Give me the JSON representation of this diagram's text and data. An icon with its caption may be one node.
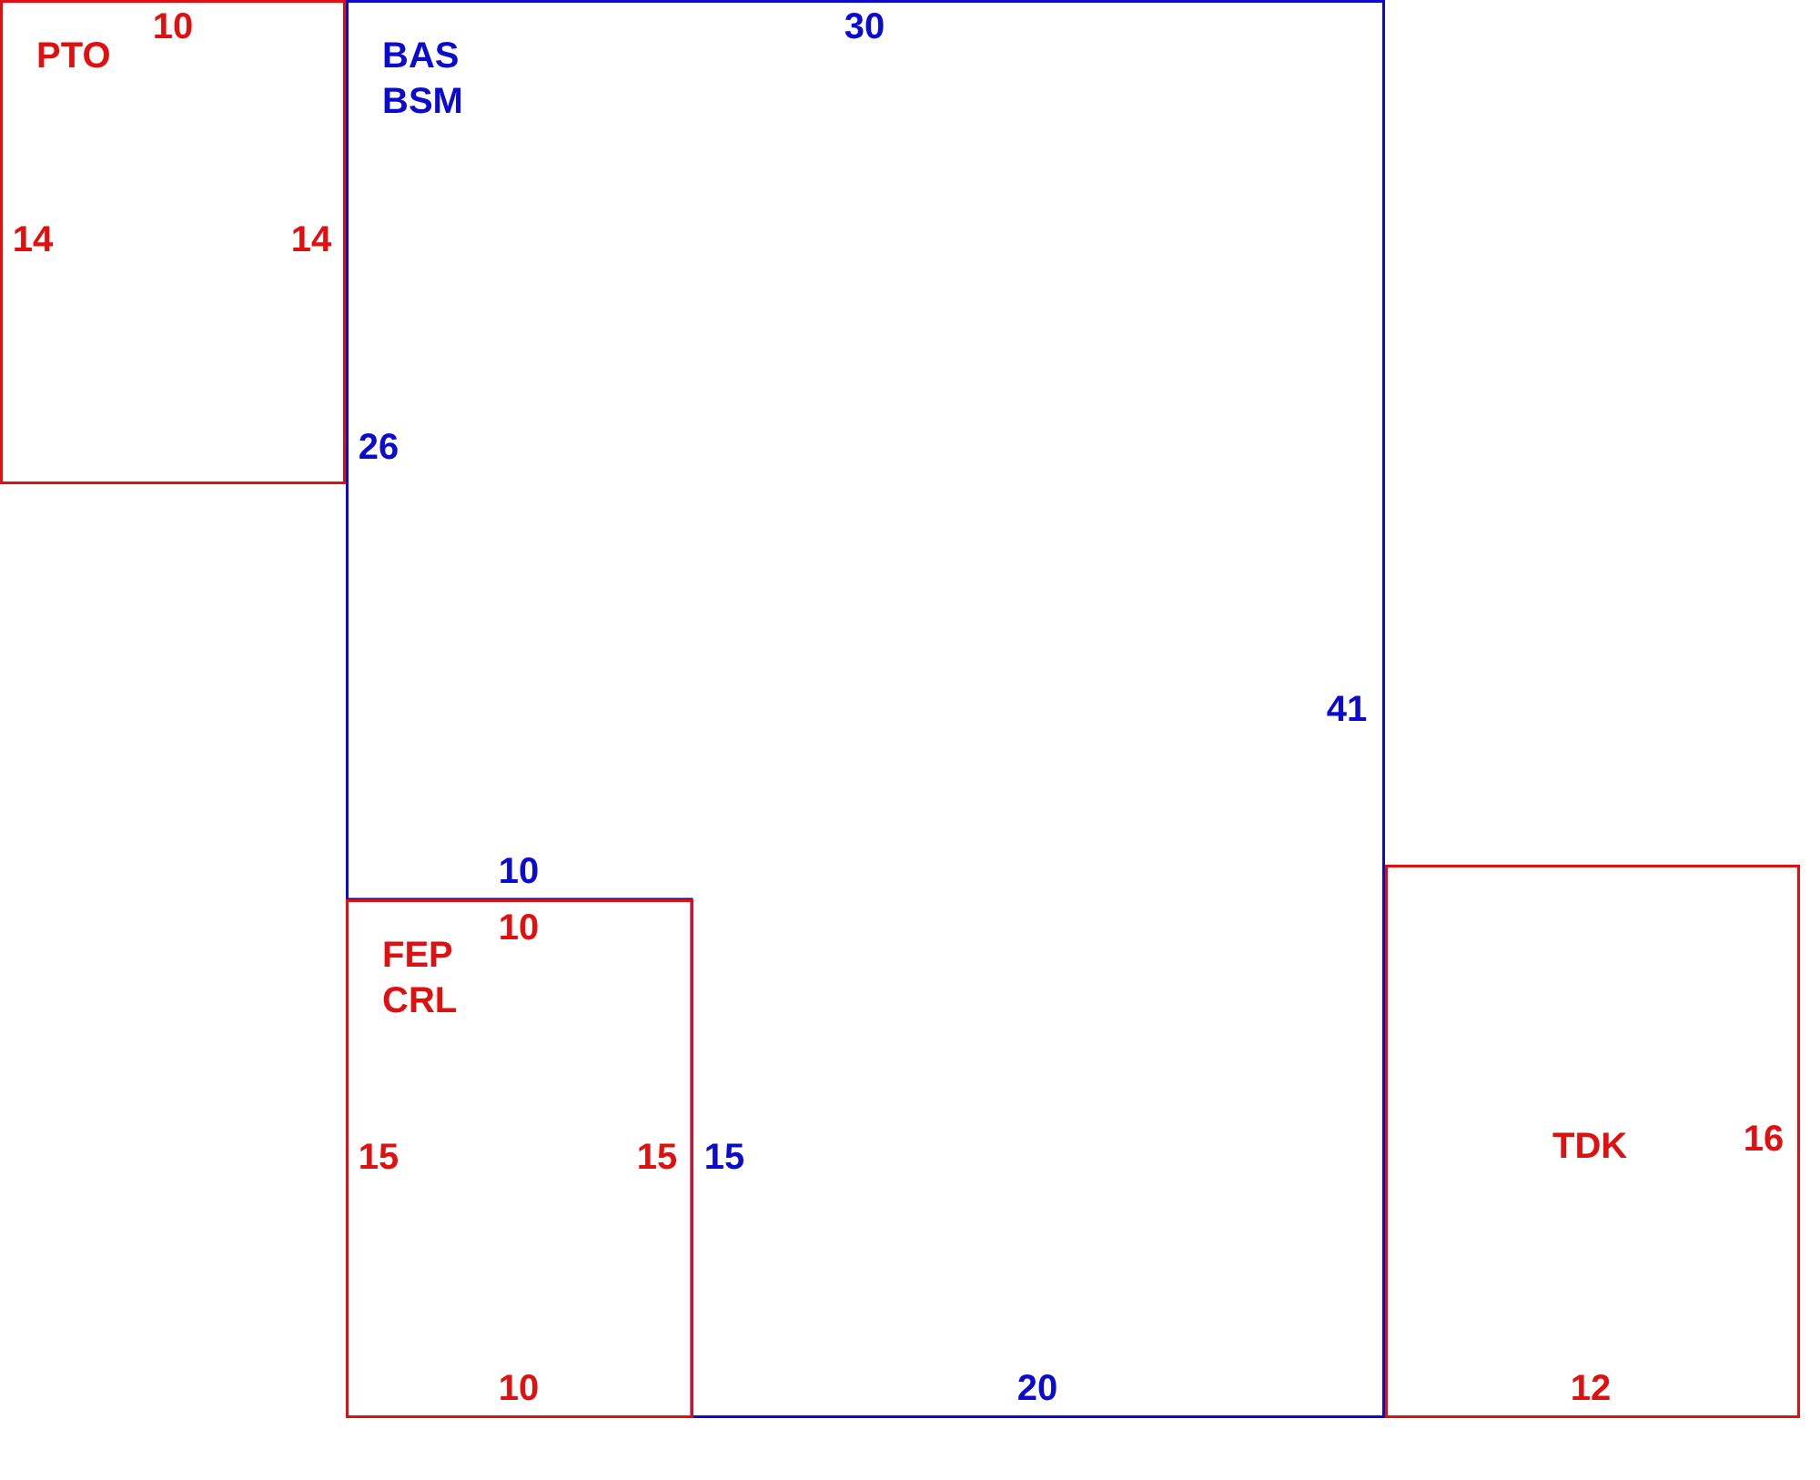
{
  "diagram": {
    "nodes": [
      {
        "text": [
          "PTO"
        ]
      },
      {
        "text": [
          "BAS BSM"
        ]
      },
      {
        "text": [
          "FEP CRL"
        ]
      },
      {
        "text": [
          "TDK"
        ]
      }
    ],
    "labels": [
      "10",
      "30",
      "14",
      "14",
      "26",
      "41",
      "10",
      "10",
      "16",
      "15",
      "15",
      "15",
      "10",
      "20",
      "12"
    ]
  }
}
